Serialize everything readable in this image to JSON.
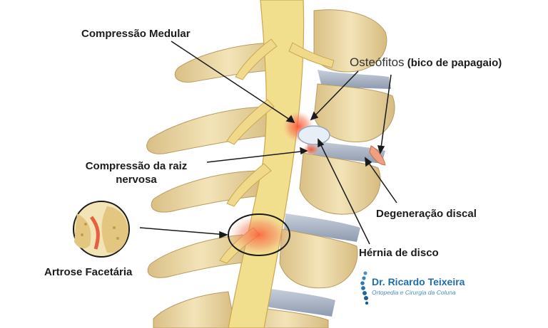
{
  "labels": {
    "spinal_compression": "Compressão Medular",
    "osteophytes_word": "Osteófitos",
    "osteophytes_note": "(bico de papagaio)",
    "root_compression_line1": "Compressão da raiz",
    "root_compression_line2": "nervosa",
    "disc_degeneration": "Degeneração discal",
    "disc_herniation": "Hérnia de disco",
    "facet_arthrosis": "Artrose Facetária"
  },
  "logo": {
    "name": "Dr. Ricardo Teixeira",
    "subtitle": "Ortopedia e Cirurgia da Coluna"
  },
  "colors": {
    "bone": "#ecd9a6",
    "bone_shade": "#d8be82",
    "nerve": "#f2df8e",
    "disc": "#aeb8c8",
    "inflammation": "#f07a5a",
    "line": "#1a1a1a",
    "logo_blue": "#1d6fa8"
  }
}
